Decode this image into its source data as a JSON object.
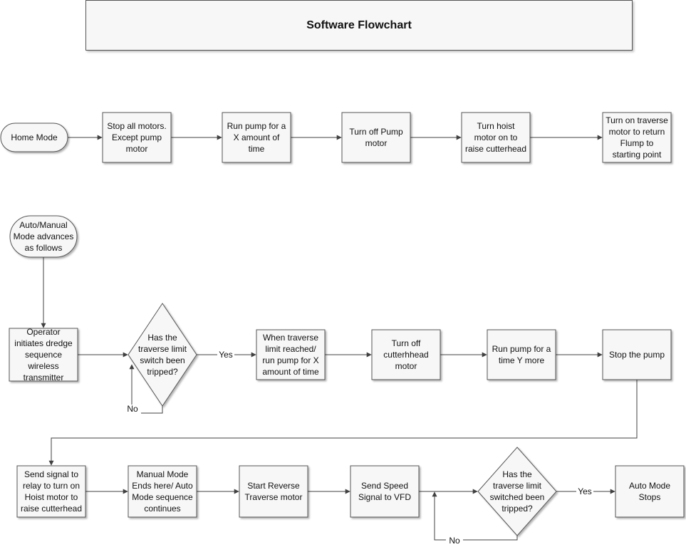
{
  "title": "Software Flowchart",
  "nodes": {
    "home_mode": "Home Mode",
    "stop_all_motors": [
      "Stop all motors.",
      "Except pump",
      "motor"
    ],
    "run_pump_x": [
      "Run pump for a",
      "X amount of",
      "time"
    ],
    "turn_off_pump": [
      "Turn off Pump",
      "motor"
    ],
    "turn_hoist_on": [
      "Turn hoist",
      "motor on to",
      "raise cutterhead"
    ],
    "traverse_return": [
      "Turn on traverse",
      "motor to return",
      "Flump to",
      "starting point"
    ],
    "auto_manual_mode": [
      "Auto/Manual",
      "Mode advances",
      "as follows"
    ],
    "operator_initiates": [
      "Operator",
      "initiates dredge",
      "sequence",
      "wireless",
      "transmitter"
    ],
    "decision_traverse_1": [
      "Has the",
      "traverse limit",
      "switch been",
      "tripped?"
    ],
    "traverse_limit_reached": [
      "When traverse",
      "limit reached/",
      "run pump for X",
      "amount of time"
    ],
    "turn_off_cutterhead": [
      "Turn off",
      "cutterhhead",
      "motor"
    ],
    "run_pump_y": [
      "Run pump for a",
      "time Y more"
    ],
    "stop_pump": [
      "Stop the pump"
    ],
    "send_signal_relay": [
      "Send signal to",
      "relay to turn on",
      "Hoist motor to",
      "raise cutterhead"
    ],
    "manual_mode_ends": [
      "Manual Mode",
      "Ends here/ Auto",
      "Mode sequence",
      "continues"
    ],
    "start_reverse": [
      "Start Reverse",
      "Traverse motor"
    ],
    "send_speed_signal": [
      "Send Speed",
      "Signal to VFD"
    ],
    "decision_traverse_2": [
      "Has the",
      "traverse limit",
      "switched been",
      "tripped?"
    ],
    "auto_mode_stops": [
      "Auto Mode",
      "Stops"
    ]
  },
  "edge_labels": {
    "yes_1": "Yes",
    "no_1": "No",
    "yes_2": "Yes",
    "no_2": "No"
  },
  "colors": {
    "box_fill": "#f7f7f7",
    "box_stroke": "#555555",
    "line": "#404040",
    "text": "#111111"
  }
}
